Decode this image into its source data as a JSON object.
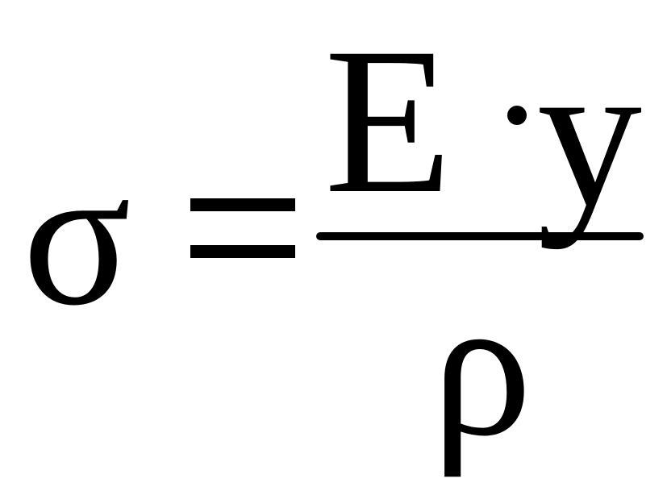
{
  "formula": {
    "lhs": "σ",
    "equals": "=",
    "numerator": {
      "symbol": "E",
      "operator": "·",
      "variable": "y"
    },
    "denominator": "ρ"
  },
  "colors": {
    "ink": "#000000",
    "background": "#ffffff"
  }
}
